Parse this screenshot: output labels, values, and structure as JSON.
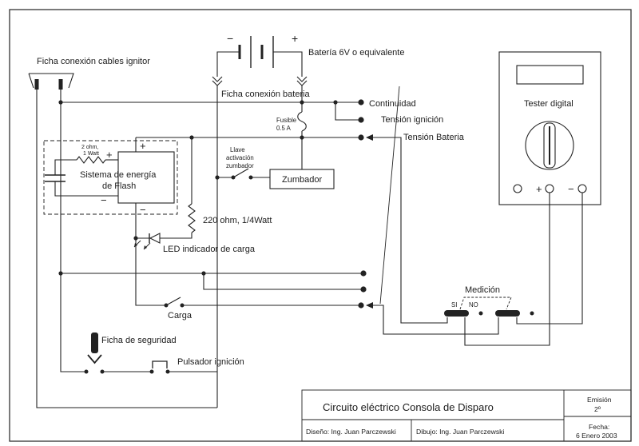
{
  "diagram": {
    "ignitor_connector_label": "Ficha conexión cables ignitor",
    "battery_label": "Batería 6V o equivalente",
    "battery_minus": "−",
    "battery_plus": "+",
    "battery_connector_label": "Ficha conexión bateria",
    "fuse_label": "Fusible",
    "fuse_rating": "0.5 A",
    "resistor_2ohm_value": "2 ohm,",
    "resistor_2ohm_power": "1 Watt",
    "capacitor_plus": "+",
    "capacitor_minus": "−",
    "flash_plus": "+",
    "flash_minus": "−",
    "flash_system_line1": "Sistema de energía",
    "flash_system_line2": "de Flash",
    "buzzer_switch_line1": "Llave",
    "buzzer_switch_line2": "activación",
    "buzzer_switch_line3": "zumbador",
    "buzzer_label": "Zumbador",
    "resistor_220_label": "220 ohm, 1/4Watt",
    "led_label": "LED indicador de carga",
    "charge_switch_label": "Carga",
    "safety_plug_label": "Ficha de seguridad",
    "pushbutton_label": "Pulsador ignición"
  },
  "selector": {
    "continuity": "Continuidad",
    "ignition_voltage": "Tensión ignición",
    "battery_voltage": "Tensión Bateria"
  },
  "measurement_switch": {
    "label": "Medición",
    "yes": "SI",
    "no": "NO"
  },
  "tester": {
    "label": "Tester digital",
    "plus": "+",
    "minus": "−"
  },
  "title_block": {
    "title": "Circuito eléctrico Consola de Disparo",
    "issue_label": "Emisión",
    "issue_value": "2º",
    "design": "Diseño: Ing. Juan Parczewski",
    "drawing": "Dibujo: Ing. Juan Parczewski",
    "date_label": "Fecha:",
    "date_value": "6 Enero 2003"
  }
}
